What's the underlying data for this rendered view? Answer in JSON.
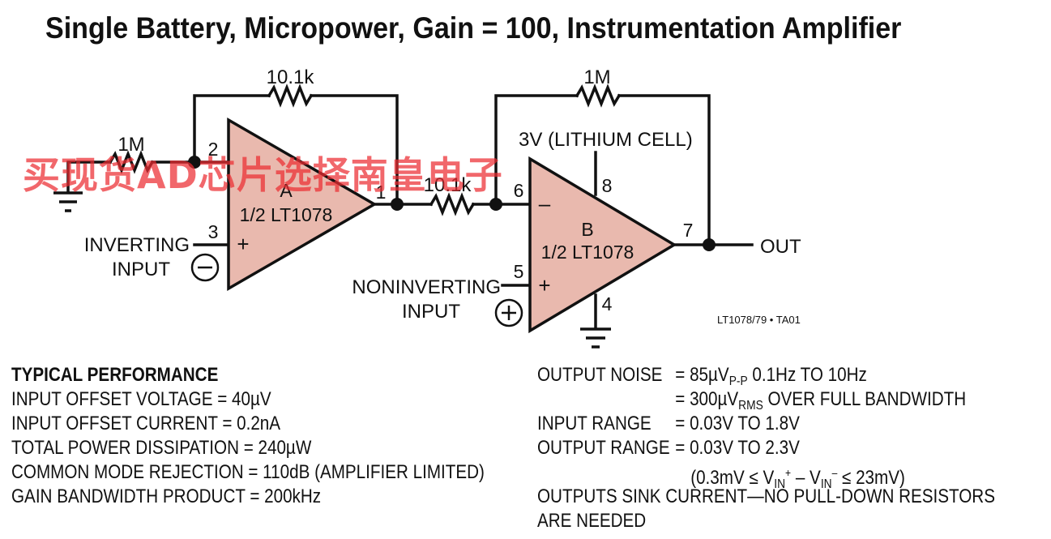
{
  "title": "Single Battery, Micropower, Gain = 100, Instrumentation Amplifier",
  "colors": {
    "opamp_fill": "#e9b9ae",
    "line": "#111111",
    "watermark": "#eb2d32"
  },
  "schematic": {
    "amp_a": {
      "name": "A",
      "part": "1/2 LT1078"
    },
    "amp_b": {
      "name": "B",
      "part": "1/2 LT1078"
    },
    "resistors": {
      "r_feedback_a": "10.1k",
      "r_ground": "1M",
      "r_series": "10.1k",
      "r_feedback_b": "1M"
    },
    "pins": {
      "a_inv": "2",
      "a_noninv": "3",
      "a_out": "1",
      "b_inv": "6",
      "b_noninv": "5",
      "b_vplus": "8",
      "b_vminus": "4",
      "b_out": "7"
    },
    "signs": {
      "plus": "+",
      "minus": "–"
    },
    "inverting_input": [
      "INVERTING",
      "INPUT"
    ],
    "noninverting_input": [
      "NONINVERTING",
      "INPUT"
    ],
    "supply": "3V (LITHIUM CELL)",
    "output": "OUT",
    "polarity_minus": "–",
    "polarity_plus": "+",
    "figure_id": "LT1078/79 • TA01"
  },
  "performance": {
    "heading": "TYPICAL PERFORMANCE",
    "left": [
      "INPUT OFFSET VOLTAGE = 40µV",
      "INPUT OFFSET CURRENT = 0.2nA",
      "TOTAL POWER DISSIPATION = 240µW",
      "COMMON MODE REJECTION = 110dB (AMPLIFIER LIMITED)",
      "GAIN BANDWIDTH PRODUCT = 200kHz"
    ],
    "right": {
      "noise_label": "OUTPUT NOISE",
      "noise_value_1": "= 85µV",
      "noise_sub_1": "P-P",
      "noise_tail_1": " 0.1Hz TO 10Hz",
      "noise_value_2": "= 300µV",
      "noise_sub_2": "RMS",
      "noise_tail_2": " OVER FULL BANDWIDTH",
      "input_range_label": "INPUT RANGE",
      "input_range_value": "= 0.03V TO 1.8V",
      "output_range_label": "OUTPUT RANGE",
      "output_range_value": "= 0.03V TO 2.3V",
      "cm_range_open": "(0.3mV ≤ V",
      "cm_range_sub1": "IN",
      "cm_range_sup1": "+",
      "cm_range_mid": " – V",
      "cm_range_sub2": "IN",
      "cm_range_sup2": "–",
      "cm_range_close": " ≤ 23mV)",
      "sink_line_1": "OUTPUTS SINK CURRENT—NO PULL-DOWN RESISTORS",
      "sink_line_2": "ARE NEEDED"
    }
  },
  "watermark": "买现货AD芯片选择南皇电子"
}
